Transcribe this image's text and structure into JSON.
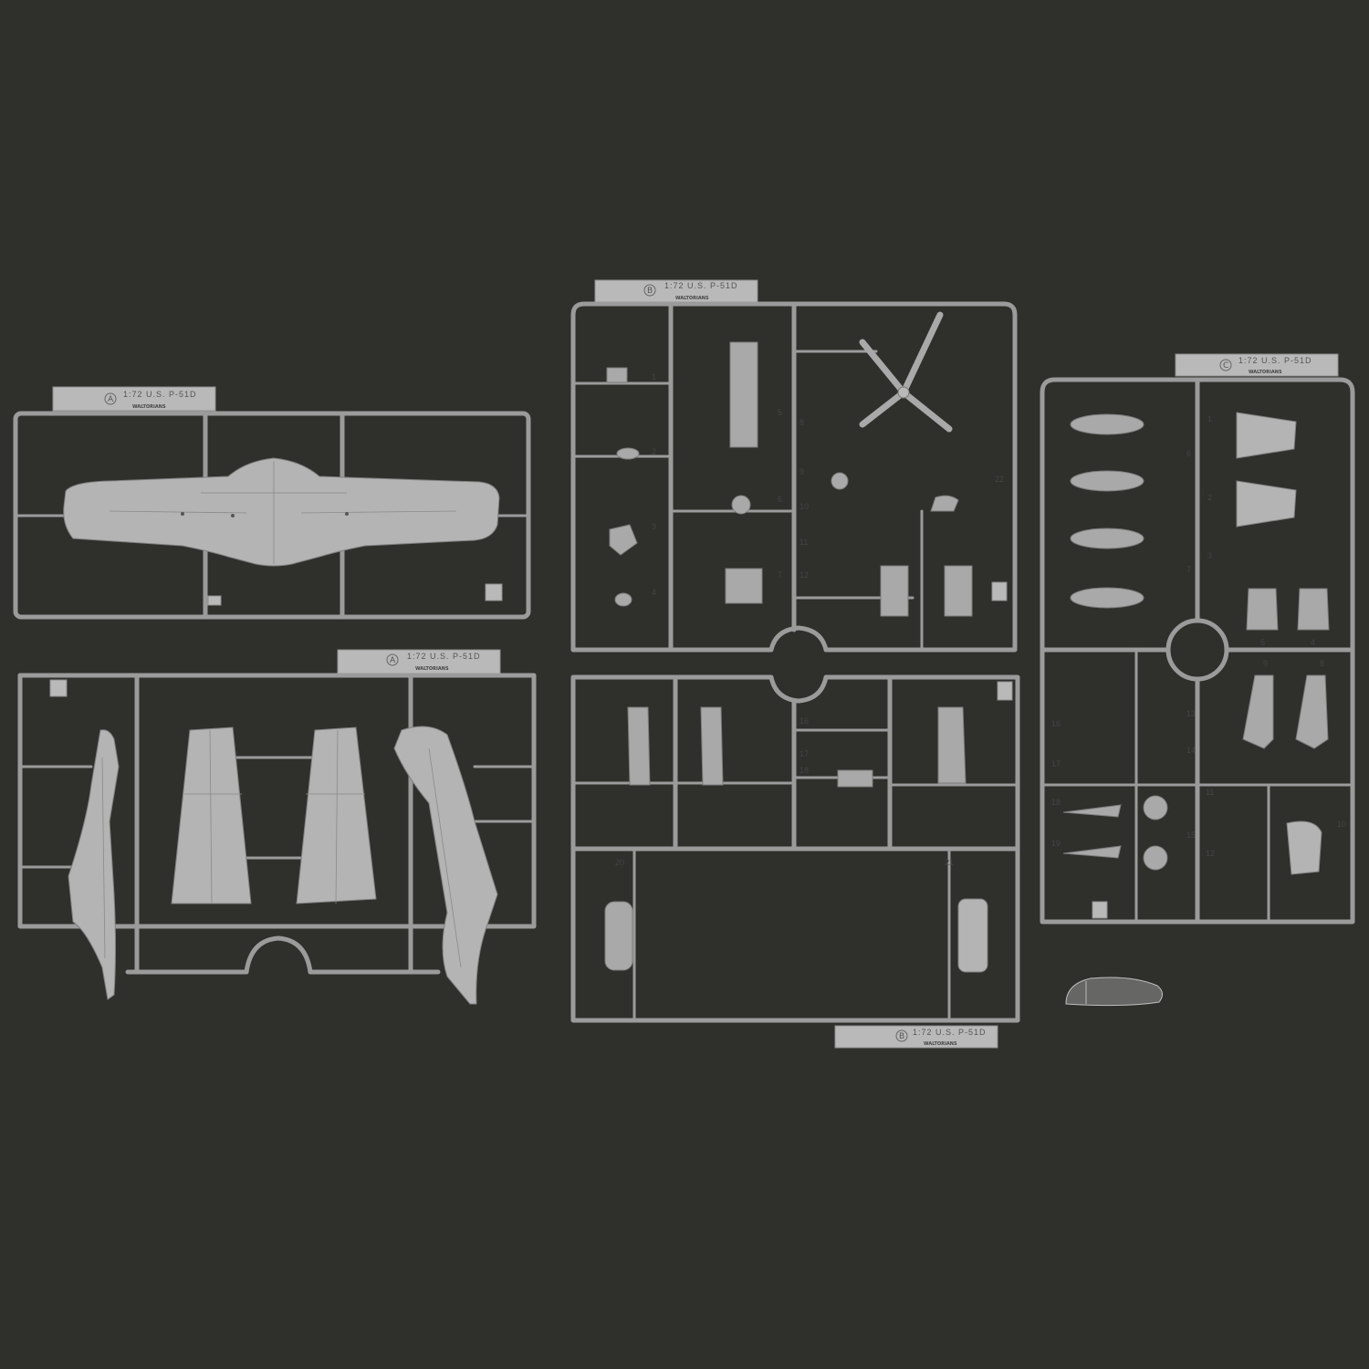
{
  "scene": {
    "background": "#2f2f2c",
    "plastic_color": "#a9a9a9",
    "sprues": [
      {
        "id": "A1",
        "letter": "A",
        "scale_text": "1:72 U.S.  P-51D",
        "brand": "WALTORIANS"
      },
      {
        "id": "A2",
        "letter": "A",
        "scale_text": "1:72 U.S.  P-51D",
        "brand": "WALTORIANS"
      },
      {
        "id": "B1",
        "letter": "B",
        "scale_text": "1:72 U.S.  P-51D",
        "brand": "WALTORIANS",
        "part_numbers": [
          "1",
          "2",
          "3",
          "4",
          "5",
          "6",
          "7",
          "8",
          "9",
          "10",
          "11",
          "12",
          "22"
        ]
      },
      {
        "id": "B2",
        "letter": "B",
        "scale_text": "1:72 U.S.  P-51D",
        "brand": "WALTORIANS",
        "part_numbers": [
          "16",
          "17",
          "18",
          "20",
          "21"
        ]
      },
      {
        "id": "C",
        "letter": "C",
        "scale_text": "1:72 U.S.  P-51D",
        "brand": "WALTORIANS",
        "part_numbers": [
          "1",
          "2",
          "3",
          "4",
          "5",
          "6",
          "7",
          "8",
          "9",
          "10",
          "11",
          "12",
          "13",
          "14",
          "15",
          "16",
          "17",
          "18",
          "19"
        ]
      }
    ],
    "loose_parts": [
      "canopy"
    ]
  }
}
